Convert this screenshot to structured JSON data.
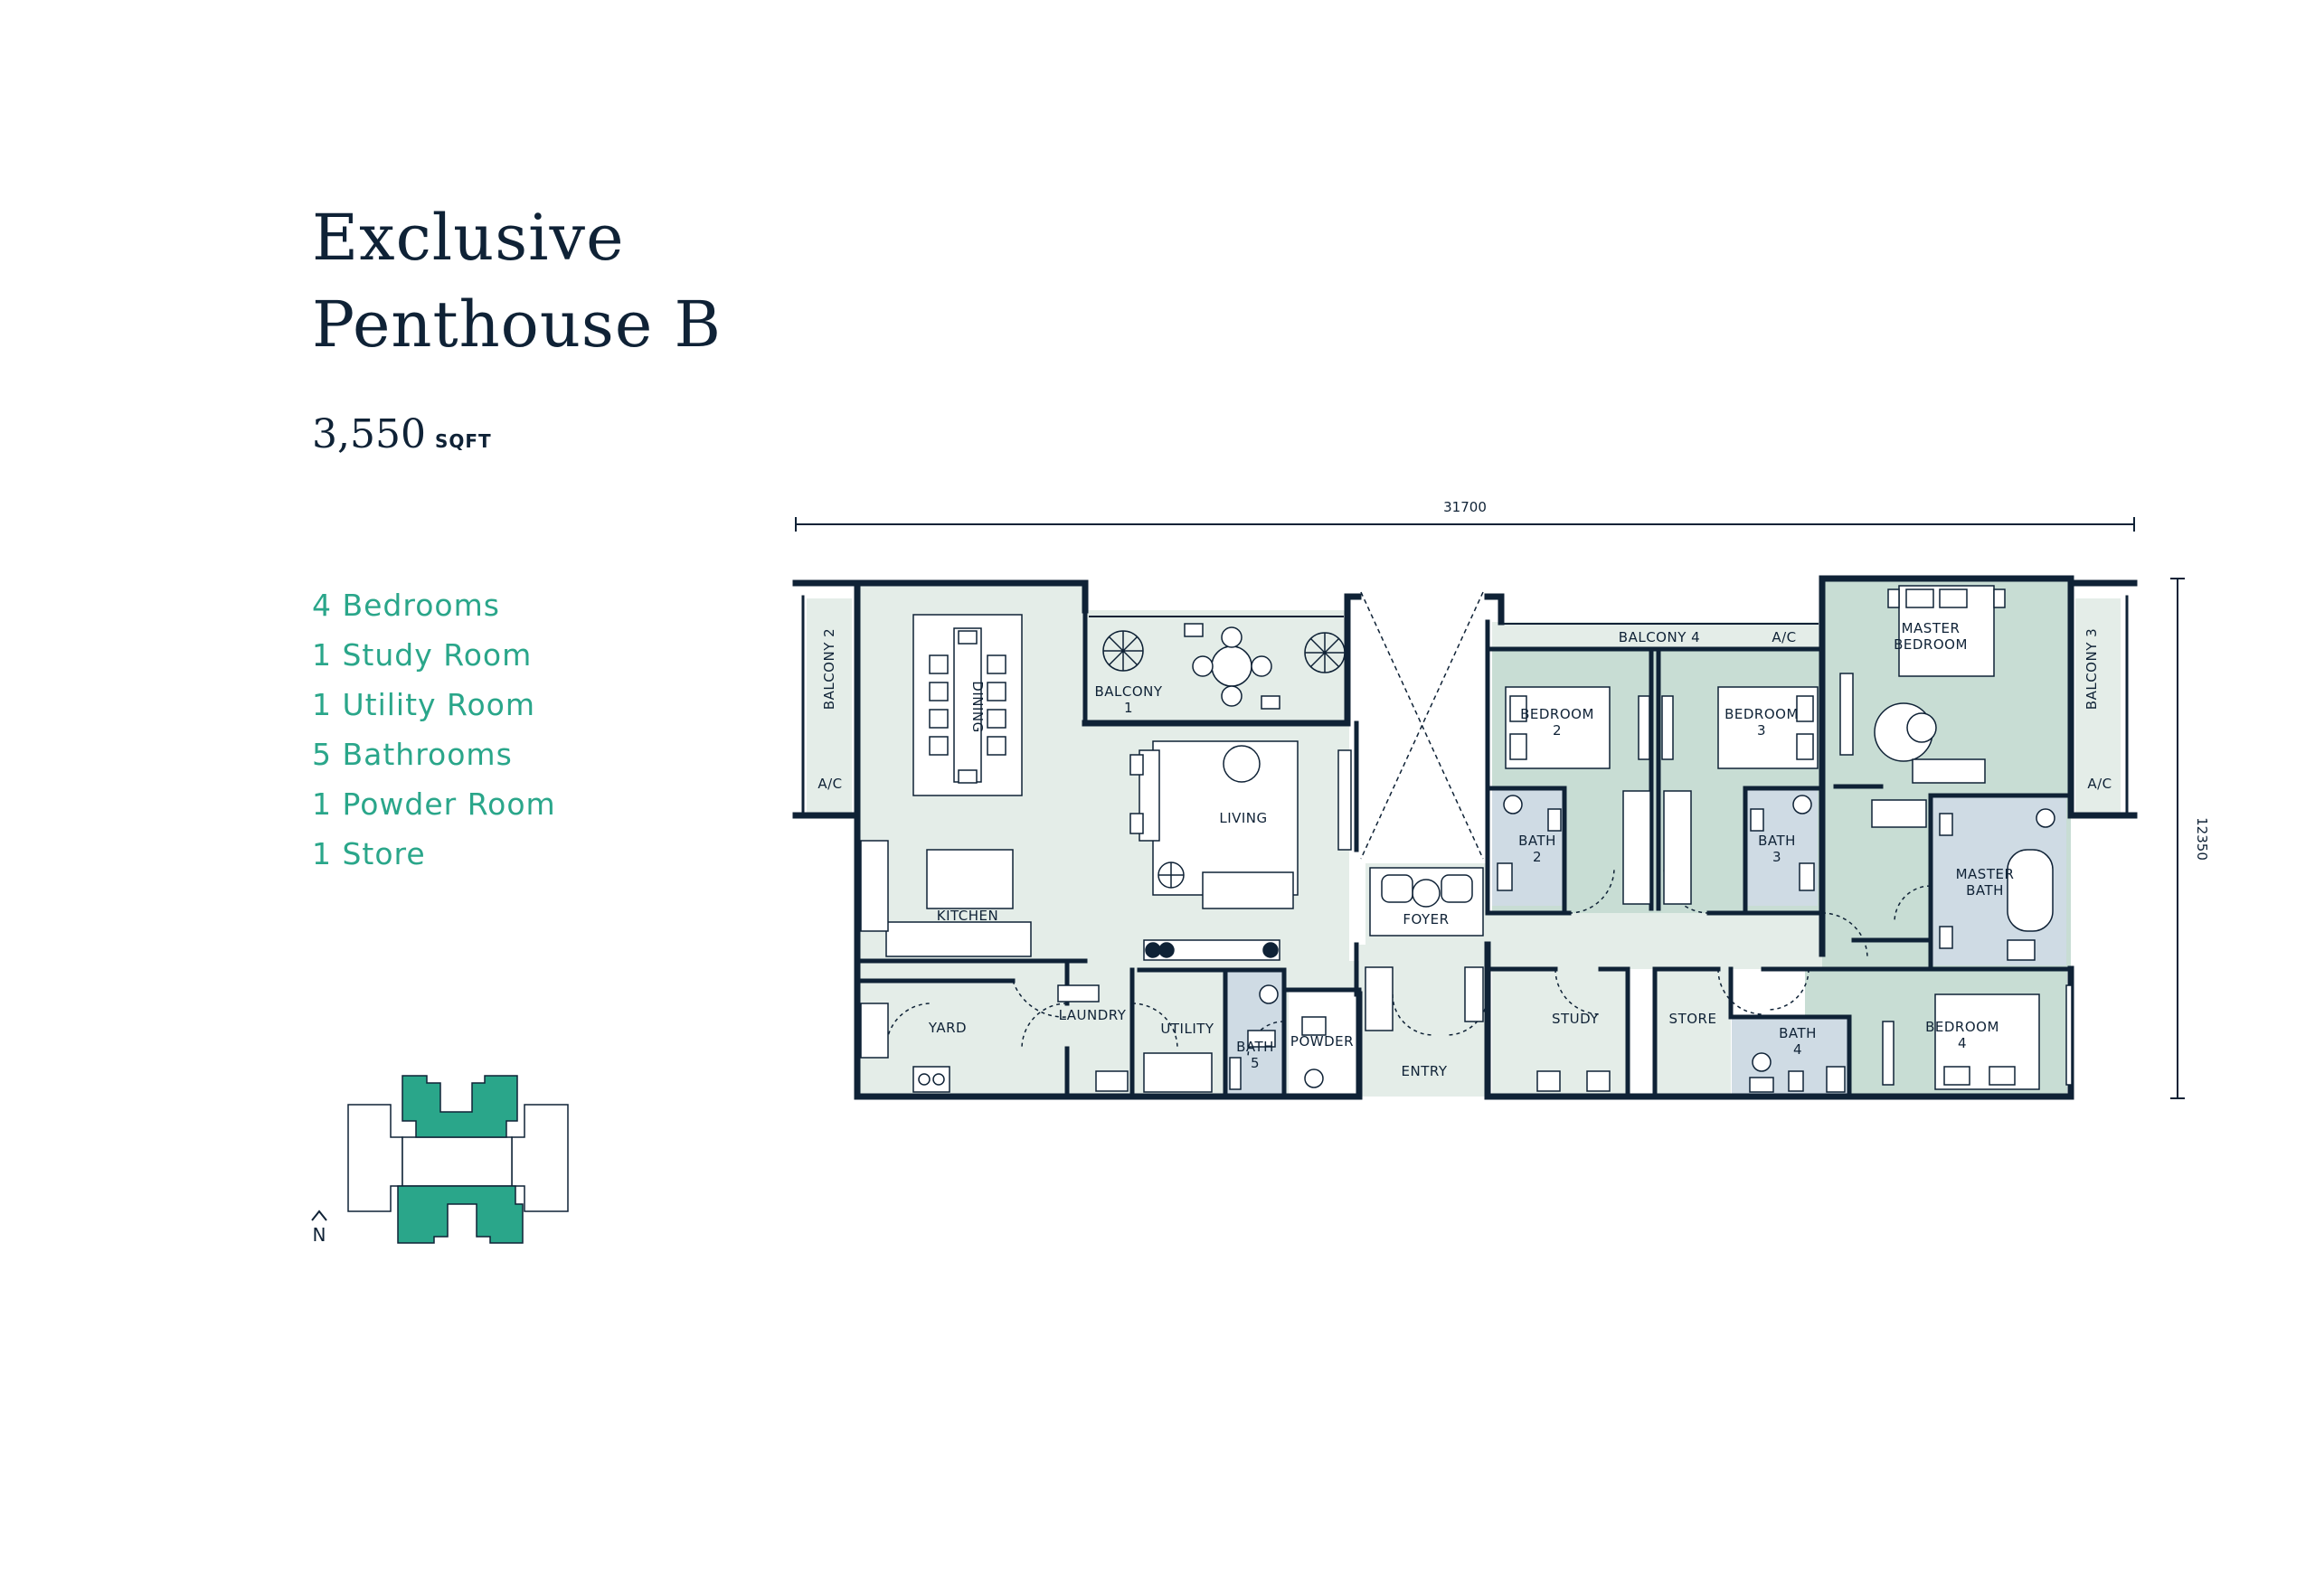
{
  "header": {
    "title_line1": "Exclusive",
    "title_line2": "Penthouse B",
    "area_value": "3,550",
    "area_unit": "SQFT"
  },
  "features": [
    "4 Bedrooms",
    "1 Study Room",
    "1 Utility Room",
    "5 Bathrooms",
    "1 Powder Room",
    "1 Store"
  ],
  "dimensions": {
    "width": "31700",
    "depth": "12350"
  },
  "rooms": {
    "balcony2": "BALCONY 2",
    "ac_left": "A/C",
    "dining": "DINING",
    "balcony1_a": "BALCONY",
    "balcony1_b": "1",
    "living": "LIVING",
    "kitchen": "KITCHEN",
    "yard": "YARD",
    "laundry": "LAUNDRY",
    "utility": "UTILITY",
    "bath5_a": "BATH",
    "bath5_b": "5",
    "powder": "POWDER",
    "foyer": "FOYER",
    "entry": "ENTRY",
    "balcony4": "BALCONY 4",
    "ac_mid": "A/C",
    "bedroom2_a": "BEDROOM",
    "bedroom2_b": "2",
    "bath2_a": "BATH",
    "bath2_b": "2",
    "bedroom3_a": "BEDROOM",
    "bedroom3_b": "3",
    "bath3_a": "BATH",
    "bath3_b": "3",
    "study": "STUDY",
    "store": "STORE",
    "bath4_a": "BATH",
    "bath4_b": "4",
    "master_bedroom_a": "MASTER",
    "master_bedroom_b": "BEDROOM",
    "master_bath_a": "MASTER",
    "master_bath_b": "BATH",
    "bedroom4_a": "BEDROOM",
    "bedroom4_b": "4",
    "balcony3": "BALCONY 3",
    "ac_right": "A/C"
  },
  "keyplan": {
    "north": "N"
  },
  "colors": {
    "navy": "#0f2236",
    "teal": "#2aa68a",
    "common_fill": "#e4ede8",
    "bedroom_fill": "#c8ddd4",
    "bath_fill": "#cfdbe4"
  }
}
